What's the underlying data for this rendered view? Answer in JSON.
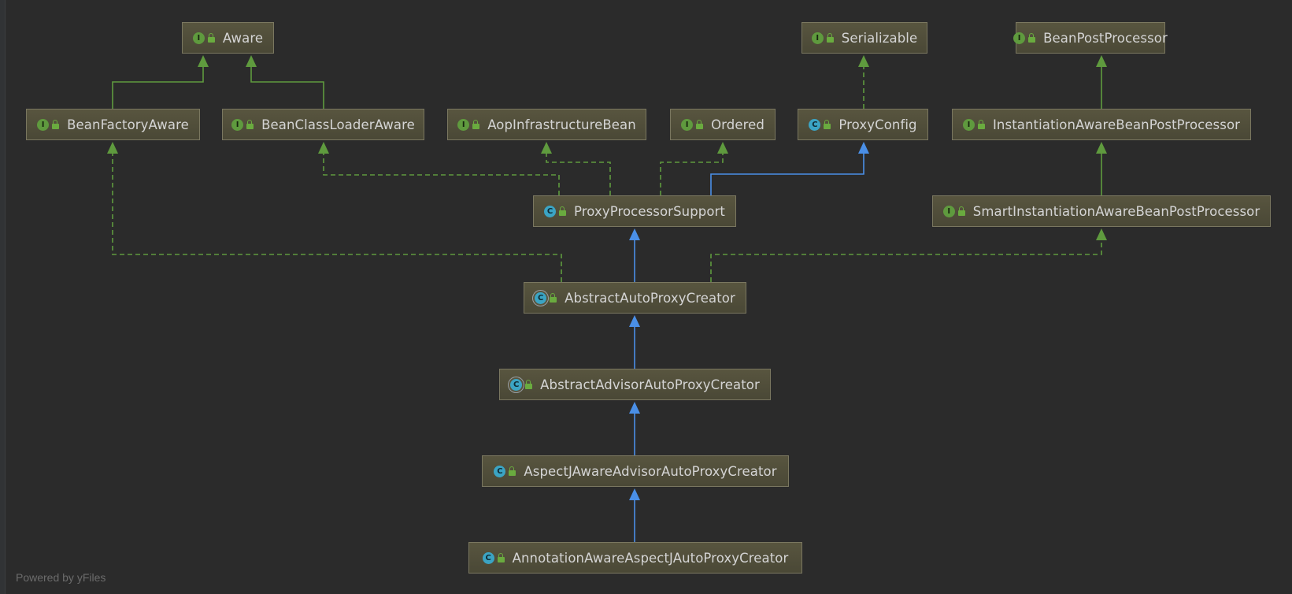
{
  "diagram": {
    "nodes": [
      {
        "id": "aware",
        "kind": "interface",
        "label": "Aware"
      },
      {
        "id": "serializable",
        "kind": "interface",
        "label": "Serializable"
      },
      {
        "id": "beanpostprocessor",
        "kind": "interface",
        "label": "BeanPostProcessor"
      },
      {
        "id": "beanfactoryaware",
        "kind": "interface",
        "label": "BeanFactoryAware"
      },
      {
        "id": "beanclassloaderaware",
        "kind": "interface",
        "label": "BeanClassLoaderAware"
      },
      {
        "id": "aopinfrastructurebean",
        "kind": "interface",
        "label": "AopInfrastructureBean"
      },
      {
        "id": "ordered",
        "kind": "interface",
        "label": "Ordered"
      },
      {
        "id": "proxyconfig",
        "kind": "class",
        "label": "ProxyConfig"
      },
      {
        "id": "instantiationawarebeanpostprocessor",
        "kind": "interface",
        "label": "InstantiationAwareBeanPostProcessor"
      },
      {
        "id": "proxyprocessorsupport",
        "kind": "class",
        "label": "ProxyProcessorSupport"
      },
      {
        "id": "smartinstantiationawarebeanpostprocessor",
        "kind": "interface",
        "label": "SmartInstantiationAwareBeanPostProcessor"
      },
      {
        "id": "abstractautoproxycreator",
        "kind": "abstract",
        "label": "AbstractAutoProxyCreator"
      },
      {
        "id": "abstractadvisorautoproxycreator",
        "kind": "abstract",
        "label": "AbstractAdvisorAutoProxyCreator"
      },
      {
        "id": "aspectjawareadvisorautoproxycreator",
        "kind": "class",
        "label": "AspectJAwareAdvisorAutoProxyCreator"
      },
      {
        "id": "annotationawareaspectjautoproxycreator",
        "kind": "class",
        "label": "AnnotationAwareAspectJAutoProxyCreator"
      }
    ],
    "edges": [
      {
        "from": "beanfactoryaware",
        "to": "aware",
        "type": "extends"
      },
      {
        "from": "beanclassloaderaware",
        "to": "aware",
        "type": "extends"
      },
      {
        "from": "proxyconfig",
        "to": "serializable",
        "type": "implements"
      },
      {
        "from": "instantiationawarebeanpostprocessor",
        "to": "beanpostprocessor",
        "type": "extends"
      },
      {
        "from": "smartinstantiationawarebeanpostprocessor",
        "to": "instantiationawarebeanpostprocessor",
        "type": "extends"
      },
      {
        "from": "proxyprocessorsupport",
        "to": "beanclassloaderaware",
        "type": "implements"
      },
      {
        "from": "proxyprocessorsupport",
        "to": "aopinfrastructurebean",
        "type": "implements"
      },
      {
        "from": "proxyprocessorsupport",
        "to": "ordered",
        "type": "implements"
      },
      {
        "from": "proxyprocessorsupport",
        "to": "proxyconfig",
        "type": "class-extends"
      },
      {
        "from": "abstractautoproxycreator",
        "to": "beanfactoryaware",
        "type": "implements"
      },
      {
        "from": "abstractautoproxycreator",
        "to": "smartinstantiationawarebeanpostprocessor",
        "type": "implements"
      },
      {
        "from": "abstractautoproxycreator",
        "to": "proxyprocessorsupport",
        "type": "class-extends"
      },
      {
        "from": "abstractadvisorautoproxycreator",
        "to": "abstractautoproxycreator",
        "type": "class-extends"
      },
      {
        "from": "aspectjawareadvisorautoproxycreator",
        "to": "abstractadvisorautoproxycreator",
        "type": "class-extends"
      },
      {
        "from": "annotationawareaspectjautoproxycreator",
        "to": "aspectjawareadvisorautoproxycreator",
        "type": "class-extends"
      }
    ]
  },
  "badges": {
    "interface": "I",
    "class": "C",
    "abstract": "C"
  },
  "colors": {
    "background": "#2b2b2b",
    "node_fill": "#58553f",
    "interface_edge": "#5f9a3e",
    "class_edge": "#4a8fe7",
    "interface_badge": "#5f9a3e",
    "class_badge": "#3ba4c4"
  },
  "footer": "Powered by yFiles"
}
